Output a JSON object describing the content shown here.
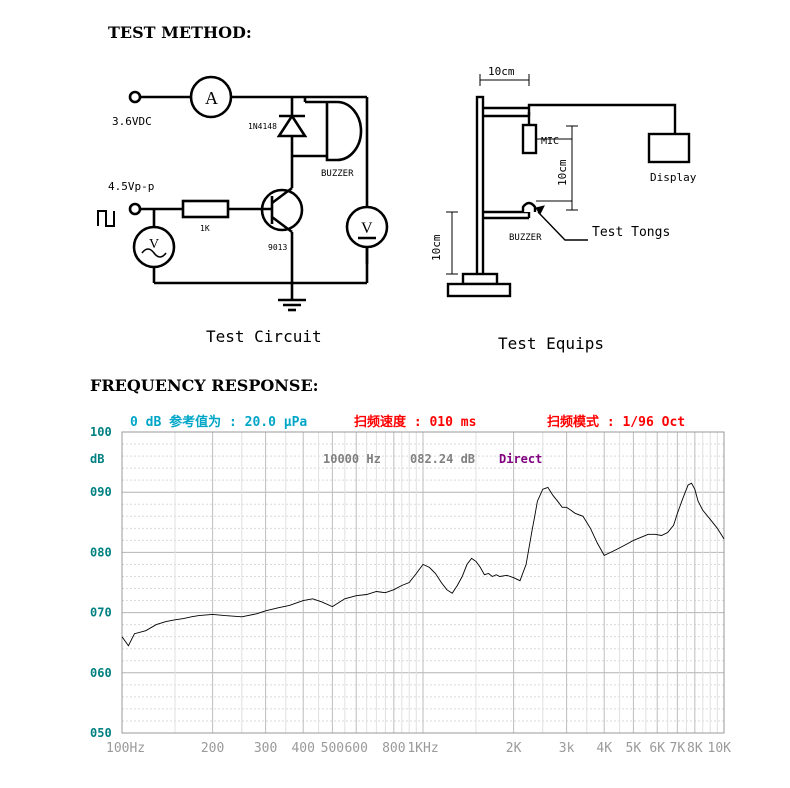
{
  "headings": {
    "test_method": "TEST METHOD:",
    "frequency_response": "FREQUENCY RESPONSE:"
  },
  "circuit": {
    "supply_label": "3.6VDC",
    "signal_label": "4.5Vp-p",
    "ammeter_symbol": "A",
    "voltmeter_symbol": "V",
    "diode_label": "1N4148",
    "buzzer_label": "BUZZER",
    "resistor_label": "1K",
    "transistor_label": "9013",
    "caption": "Test Circuit"
  },
  "equipment": {
    "top_dimension": "10cm",
    "mic_label": "MIC",
    "display_label": "Display",
    "middle_dimension": "10cm",
    "left_dimension": "10cm",
    "buzzer_label": "BUZZER",
    "tongs_label": "Test Tongs",
    "caption": "Test Equips"
  },
  "analyzer": {
    "reference_text": "0 dB 参考值为 : 20.0 μPa",
    "sweep_speed_text": "扫频速度 : 010 ms",
    "sweep_mode_text": "扫频模式 : 1/96 Oct",
    "unit_label": "dB",
    "cursor_frequency": "10000 Hz",
    "cursor_level": "082.24 dB",
    "mode": "Direct",
    "colors": {
      "reference": "#00a6c8",
      "sweep": "#ff0000",
      "mode": "#800080",
      "axis_labels": "#008080",
      "readout": "#808080",
      "grid": "#c8c8c8",
      "trace": "#000000"
    }
  },
  "chart_data": {
    "type": "line",
    "title": "",
    "xlabel": "",
    "ylabel": "dB",
    "xscale": "log",
    "xlim": [
      100,
      10000
    ],
    "ylim": [
      50,
      100
    ],
    "grid": true,
    "x_tick_labels": [
      {
        "value": 100,
        "label": "100Hz"
      },
      {
        "value": 200,
        "label": "200"
      },
      {
        "value": 300,
        "label": "300"
      },
      {
        "value": 400,
        "label": "400"
      },
      {
        "value": 500,
        "label": "500"
      },
      {
        "value": 600,
        "label": "600"
      },
      {
        "value": 800,
        "label": "800"
      },
      {
        "value": 1000,
        "label": "1KHz"
      },
      {
        "value": 2000,
        "label": "2K"
      },
      {
        "value": 3000,
        "label": "3k"
      },
      {
        "value": 4000,
        "label": "4K"
      },
      {
        "value": 5000,
        "label": "5K"
      },
      {
        "value": 6000,
        "label": "6K"
      },
      {
        "value": 7000,
        "label": "7K"
      },
      {
        "value": 8000,
        "label": "8K"
      },
      {
        "value": 10000,
        "label": "10K"
      }
    ],
    "y_tick_labels": [
      {
        "value": 100,
        "label": "100"
      },
      {
        "value": 90,
        "label": "090"
      },
      {
        "value": 80,
        "label": "080"
      },
      {
        "value": 70,
        "label": "070"
      },
      {
        "value": 60,
        "label": "060"
      },
      {
        "value": 50,
        "label": "050"
      }
    ],
    "series": [
      {
        "x": [
          100,
          105,
          110,
          120,
          130,
          140,
          150,
          160,
          170,
          180,
          200,
          220,
          250,
          280,
          300,
          330,
          360,
          400,
          430,
          460,
          500,
          550,
          600,
          650,
          700,
          750,
          800,
          850,
          900,
          950,
          1000,
          1050,
          1100,
          1150,
          1200,
          1250,
          1300,
          1350,
          1400,
          1450,
          1500,
          1550,
          1600,
          1650,
          1700,
          1750,
          1800,
          1900,
          2000,
          2100,
          2200,
          2300,
          2350,
          2400,
          2500,
          2600,
          2700,
          2800,
          2900,
          3000,
          3100,
          3200,
          3400,
          3600,
          3800,
          4000,
          4200,
          4400,
          4600,
          4800,
          5000,
          5300,
          5600,
          5900,
          6200,
          6500,
          6800,
          7000,
          7300,
          7600,
          7800,
          8000,
          8200,
          8500,
          9000,
          9500,
          10000
        ],
        "y": [
          66.0,
          64.5,
          66.5,
          67.0,
          68.0,
          68.5,
          68.8,
          69.0,
          69.3,
          69.5,
          69.7,
          69.5,
          69.3,
          69.8,
          70.3,
          70.8,
          71.2,
          72.0,
          72.3,
          71.8,
          71.0,
          72.3,
          72.8,
          73.0,
          73.5,
          73.3,
          73.8,
          74.5,
          75.0,
          76.5,
          78.0,
          77.5,
          76.5,
          75.0,
          73.8,
          73.2,
          74.5,
          76.0,
          78.0,
          79.0,
          78.5,
          77.5,
          76.3,
          76.5,
          76.0,
          76.3,
          76.0,
          76.2,
          75.8,
          75.3,
          78.0,
          83.5,
          86.0,
          88.5,
          90.5,
          90.8,
          89.5,
          88.5,
          87.5,
          87.5,
          87.0,
          86.5,
          86.0,
          84.0,
          81.5,
          79.5,
          80.0,
          80.5,
          81.0,
          81.5,
          82.0,
          82.5,
          83.0,
          83.0,
          82.8,
          83.3,
          84.5,
          86.5,
          89.0,
          91.2,
          91.5,
          90.5,
          88.5,
          87.0,
          85.5,
          84.0,
          82.24
        ]
      }
    ]
  }
}
